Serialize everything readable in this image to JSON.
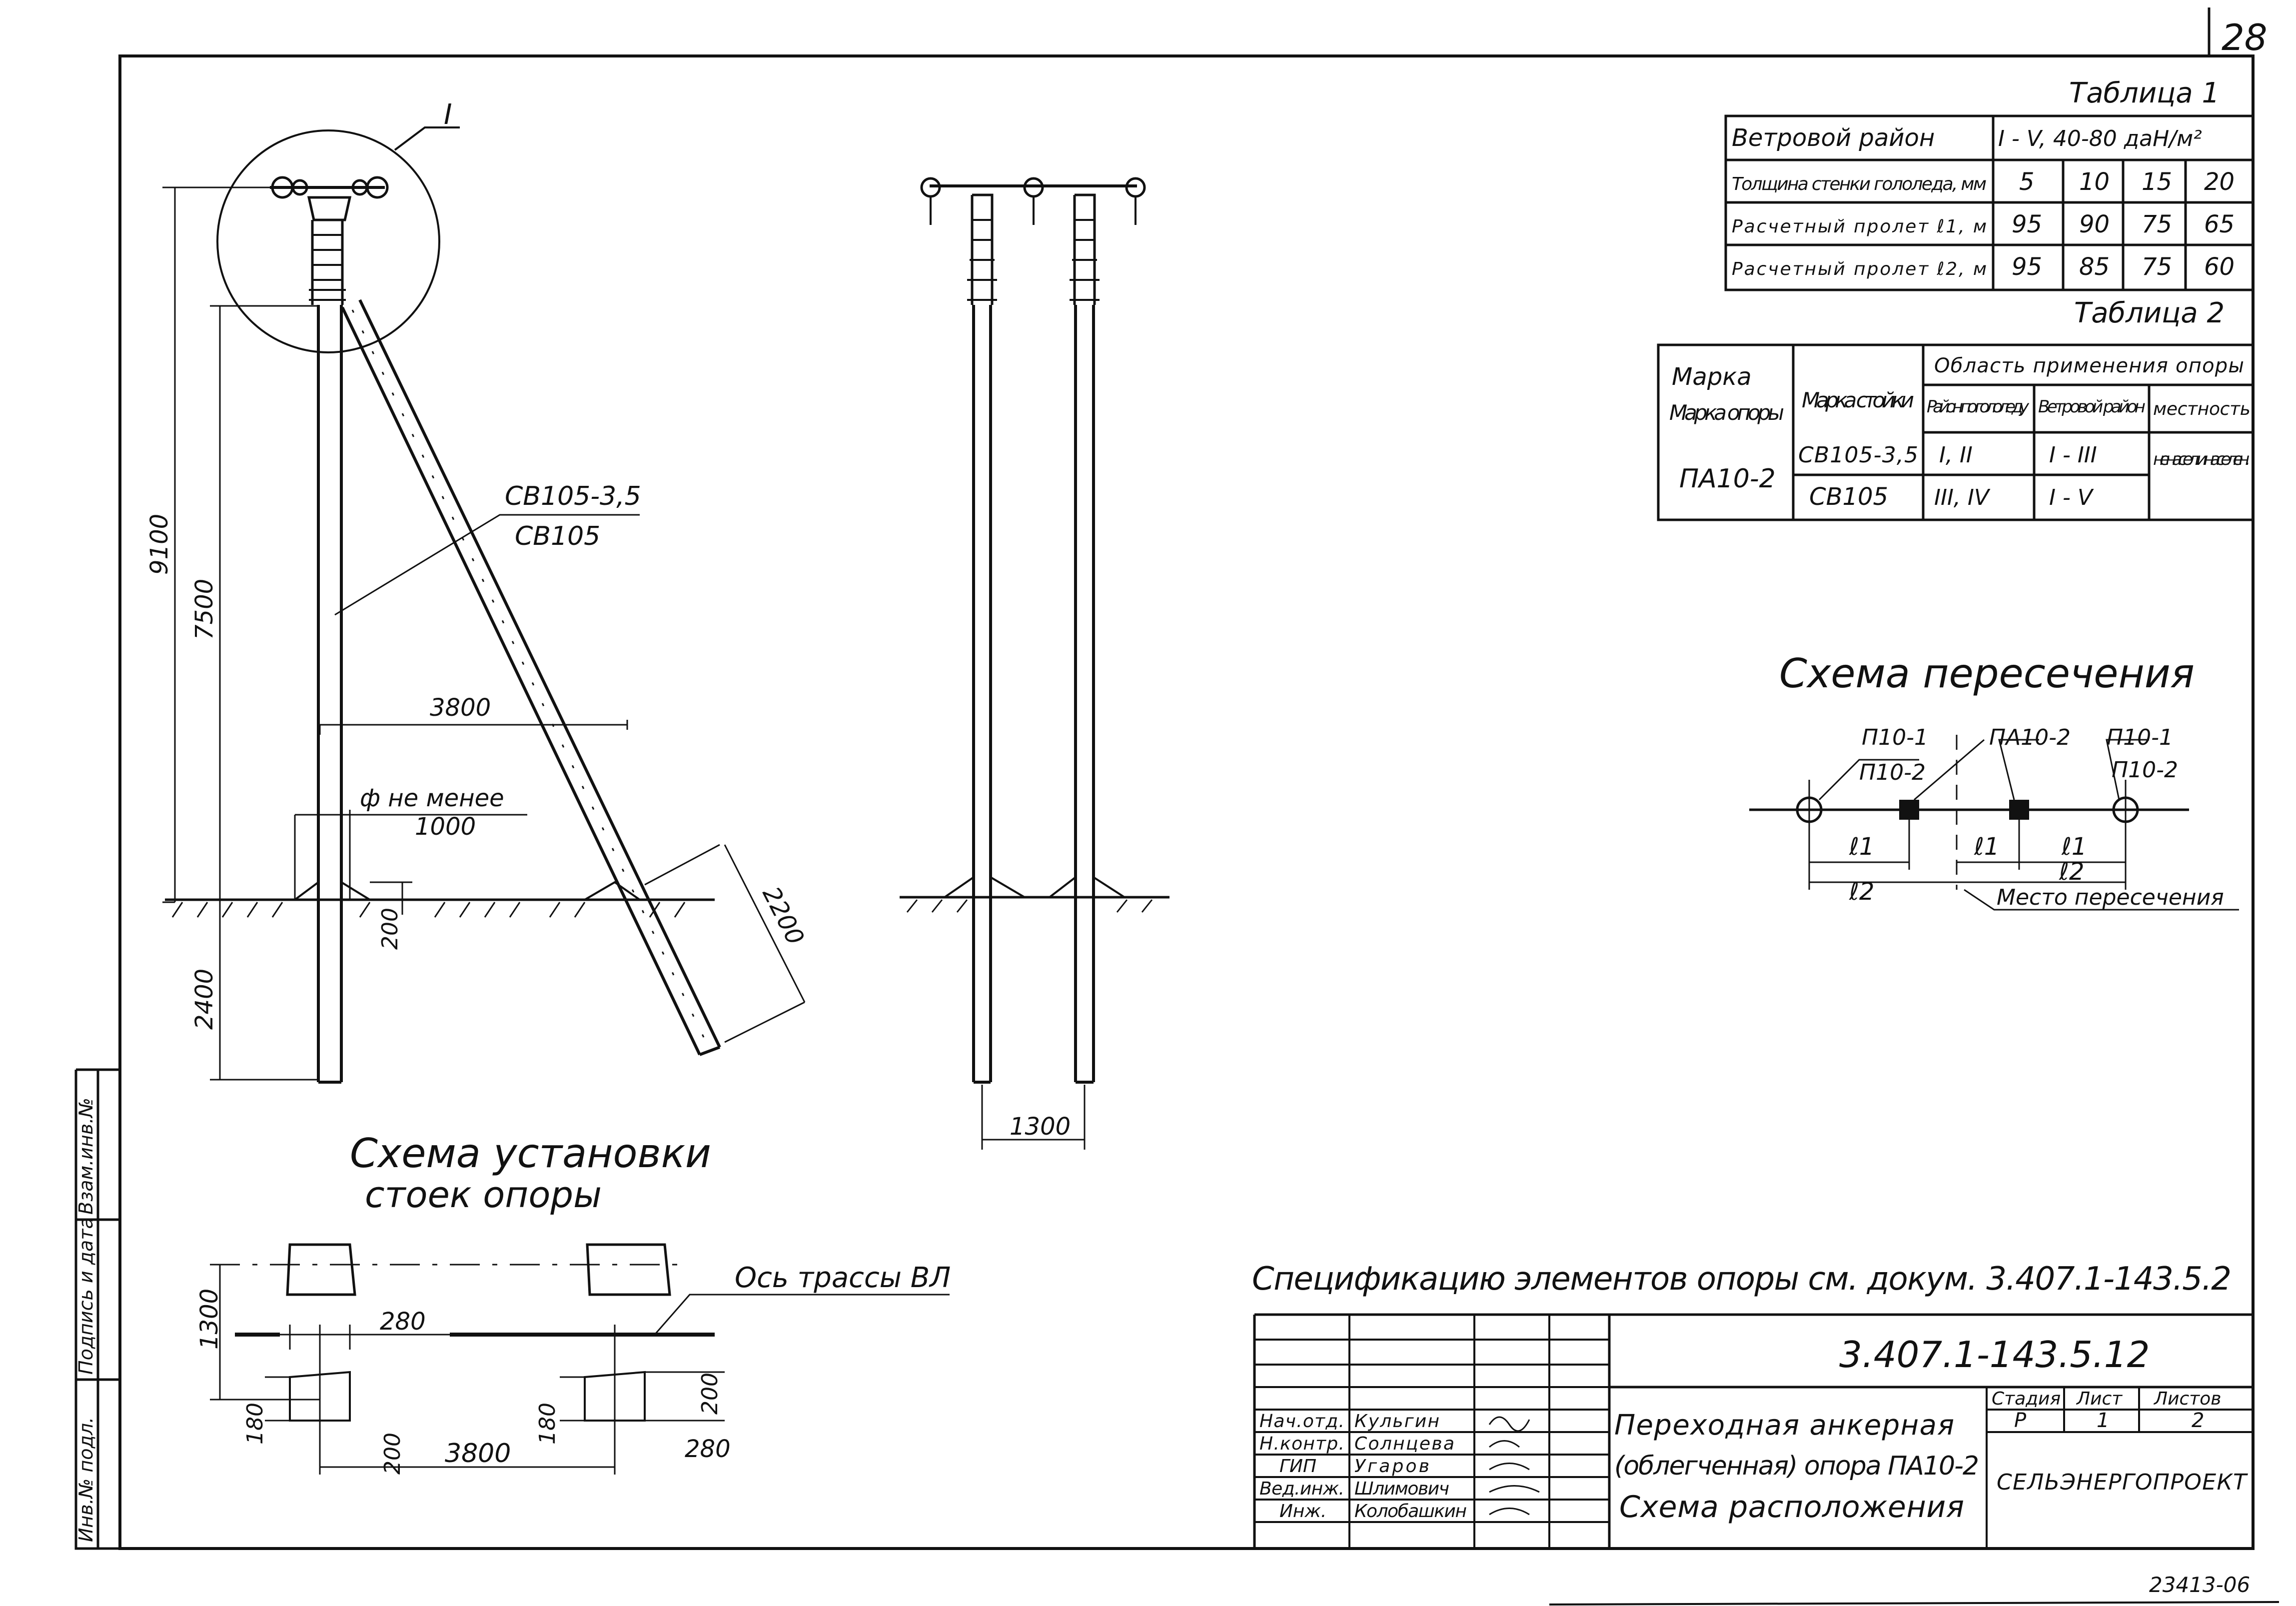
{
  "sheet": {
    "number": "28",
    "inventory": "23413-06",
    "side_labels": [
      "Взам.инв.№",
      "Подпись и дата",
      "Инв.№ подл."
    ]
  },
  "drawing": {
    "detail_mark": "I",
    "post_labels": [
      "СВ105-3,5",
      "СВ105"
    ],
    "dims": {
      "d9100": "9100",
      "d7500": "7500",
      "d2400": "2400",
      "d3800": "3800",
      "min_label": "ф не менее",
      "d1000": "1000",
      "d200": "200",
      "d2200": "2200",
      "d1300": "1300"
    }
  },
  "table1": {
    "title": "Таблица 1",
    "wind_label": "Ветровой район",
    "wind_value": "I - V, 40-80 даН/м²",
    "rows": [
      {
        "label": "Толщина стенки гололеда, мм",
        "values": [
          "5",
          "10",
          "15",
          "20"
        ]
      },
      {
        "label": "Расчетный пролет ℓ1, м",
        "values": [
          "95",
          "90",
          "75",
          "65"
        ]
      },
      {
        "label": "Расчетный пролет ℓ2, м",
        "values": [
          "95",
          "85",
          "75",
          "60"
        ]
      }
    ]
  },
  "table2": {
    "title": "Таблица 2",
    "h_mark_support": "Марка опоры",
    "h_mark_post": "Марка стойки",
    "h_area": "Область применения опоры",
    "h_ice": "Район по гололеду",
    "h_wind": "Ветровой район",
    "h_terrain": "местность",
    "support": "ПА10-2",
    "rows": [
      {
        "post": "СВ105-3,5",
        "ice": "I, II",
        "wind": "I - III"
      },
      {
        "post": "СВ105",
        "ice": "III, IV",
        "wind": "I - V"
      }
    ],
    "terrain": "ненасел. и населен."
  },
  "crossing": {
    "title": "Схема пересечения",
    "left_top": "П10-1",
    "left_bottom": "П10-2",
    "middle": "ПА10-2",
    "right_top": "П10-1",
    "right_bottom": "П10-2",
    "l1": "ℓ1",
    "l2": "ℓ2",
    "place": "Место пересечения"
  },
  "install": {
    "title_line1": "Схема установки",
    "title_line2": "стоек опоры",
    "axis": "Ось трассы ВЛ",
    "dims": {
      "d1300": "1300",
      "d280a": "280",
      "d180a": "180",
      "d200a": "200",
      "d180b": "180",
      "d200b": "200",
      "d280b": "280",
      "d3800": "3800"
    }
  },
  "spec_note": "Спецификацию элементов опоры см. докум. 3.407.1-143.5.2",
  "title_block": {
    "code": "3.407.1-143.5.12",
    "staff": [
      {
        "role": "Нач.отд.",
        "name": "Кульгин"
      },
      {
        "role": "Н.контр.",
        "name": "Солнцева"
      },
      {
        "role": "ГИП",
        "name": "Угаров"
      },
      {
        "role": "Вед.инж.",
        "name": "Шлимович"
      },
      {
        "role": "Инж.",
        "name": "Колобашкин"
      }
    ],
    "desc_line1": "Переходная анкерная",
    "desc_line2": "(облегченная) опора ПА10-2",
    "desc_line3": "Схема расположения",
    "stage_h": "Стадия",
    "sheet_h": "Лист",
    "sheets_h": "Листов",
    "stage": "Р",
    "sheet": "1",
    "sheets": "2",
    "org": "СЕЛЬЭНЕРГОПРОЕКТ"
  }
}
